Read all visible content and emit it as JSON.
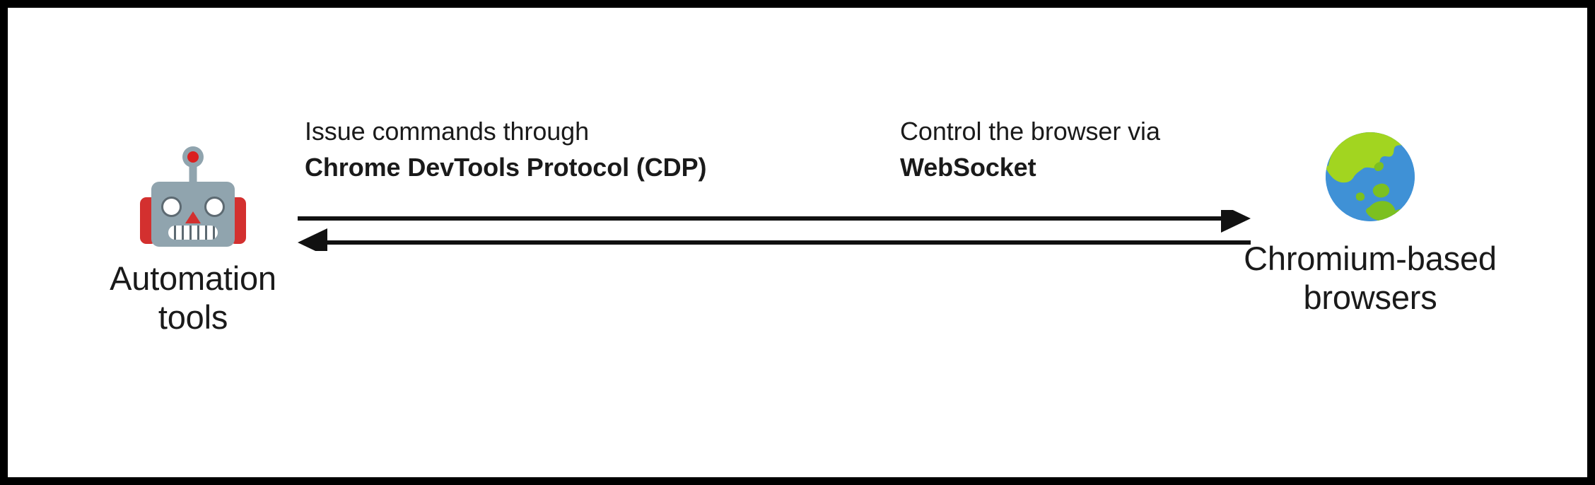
{
  "figure": {
    "border_color": "#000000",
    "background_color": "#ffffff",
    "text_color": "#1a1a1a"
  },
  "nodes": {
    "left": {
      "icon": "robot-icon",
      "label": "Automation\ntools",
      "colors": {
        "head": "#90a4ae",
        "ear": "#d3302f",
        "accent": "#da2020",
        "eye": "#ffffff"
      }
    },
    "right": {
      "icon": "globe-icon",
      "label": "Chromium-based\nbrowsers",
      "colors": {
        "ocean": "#3f91d6",
        "land": "#a2d520"
      }
    }
  },
  "edges": {
    "outbound": {
      "direction": "right",
      "caption_regular": "Issue commands through",
      "caption_bold": "Chrome DevTools Protocol (CDP)"
    },
    "inbound": {
      "direction": "left",
      "caption_regular": "Control the browser via",
      "caption_bold": "WebSocket"
    }
  }
}
